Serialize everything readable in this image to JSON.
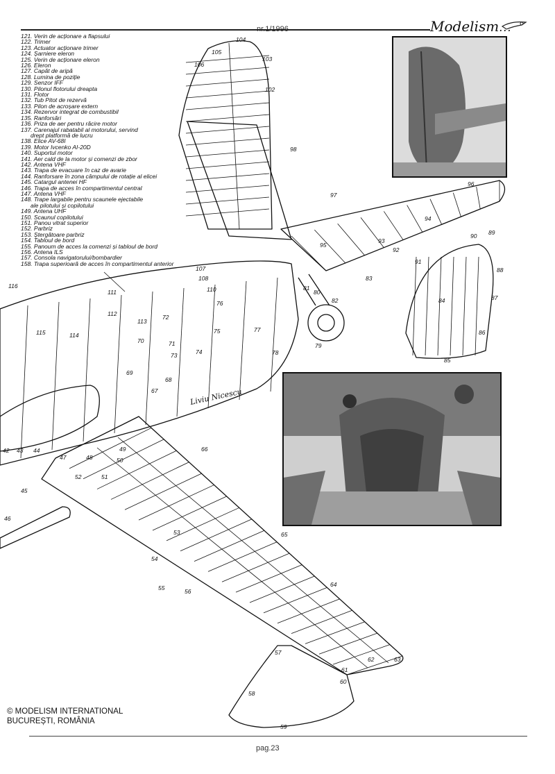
{
  "header": {
    "issue": "nr.1/1996",
    "logo_text": "Modelism",
    "logo_dots": "..."
  },
  "legend": [
    {
      "num": "121.",
      "text": "Verin de acționare a flapsului"
    },
    {
      "num": "122.",
      "text": "Trimer"
    },
    {
      "num": "123.",
      "text": "Actuator acționare trimer"
    },
    {
      "num": "124.",
      "text": "Șarniere eleron"
    },
    {
      "num": "125.",
      "text": "Verin de acționare eleron"
    },
    {
      "num": "126.",
      "text": "Eleron"
    },
    {
      "num": "127.",
      "text": "Capăt de aripă"
    },
    {
      "num": "128.",
      "text": "Lumina de poziție"
    },
    {
      "num": "129.",
      "text": "Senzor IFF"
    },
    {
      "num": "130.",
      "text": "Pilonul flotorului dreapta"
    },
    {
      "num": "131.",
      "text": "Flotor"
    },
    {
      "num": "132.",
      "text": "Tub Pitot de rezervă"
    },
    {
      "num": "133.",
      "text": "Pilon de acroșare extern"
    },
    {
      "num": "134.",
      "text": "Rezervor integrat de combustibil"
    },
    {
      "num": "135.",
      "text": "Ranforsări"
    },
    {
      "num": "136.",
      "text": "Priza de aer pentru răcire motor"
    },
    {
      "num": "137.",
      "text": "Carenajul rabatabil al motorului, servind"
    },
    {
      "num": "",
      "text": "drept platformă de lucru"
    },
    {
      "num": "138.",
      "text": "Elice AV-68I"
    },
    {
      "num": "139.",
      "text": "Motor Ivcenko AI-20D"
    },
    {
      "num": "140.",
      "text": "Suportul motor"
    },
    {
      "num": "141.",
      "text": "Aer cald de la motor și comenzi de zbor"
    },
    {
      "num": "142.",
      "text": "Antena VHF"
    },
    {
      "num": "143.",
      "text": "Trapa de evacuare în caz de avarie"
    },
    {
      "num": "144.",
      "text": "Ranforsare în zona câmpului de rotație al elicei"
    },
    {
      "num": "145.",
      "text": "Catargul antenei HF"
    },
    {
      "num": "146.",
      "text": "Trapa de acces în compartimentul central"
    },
    {
      "num": "147.",
      "text": "Antena VHF"
    },
    {
      "num": "148.",
      "text": "Trape largabile pentru scaunele ejectabile"
    },
    {
      "num": "",
      "text": "ale pilotului și copilotului"
    },
    {
      "num": "149.",
      "text": "Antena UHF"
    },
    {
      "num": "150.",
      "text": "Scaunul copilotului"
    },
    {
      "num": "151.",
      "text": "Panou vitrat superior"
    },
    {
      "num": "152.",
      "text": "Parbriz"
    },
    {
      "num": "153.",
      "text": "Ștergătoare parbriz"
    },
    {
      "num": "154.",
      "text": "Tabloul de bord"
    },
    {
      "num": "155.",
      "text": "Panoum de acces la comenzi și tabloul de bord"
    },
    {
      "num": "156.",
      "text": "Antena ILS"
    },
    {
      "num": "157.",
      "text": "Consola navigatorului/bombardier"
    },
    {
      "num": "158.",
      "text": "Trapa superioară de acces în compartimentul anterior"
    }
  ],
  "callouts": [
    "104",
    "105",
    "106",
    "103",
    "102",
    "98",
    "97",
    "96",
    "95",
    "94",
    "93",
    "92",
    "91",
    "90",
    "89",
    "88",
    "87",
    "86",
    "85",
    "84",
    "83",
    "82",
    "81",
    "80",
    "79",
    "78",
    "77",
    "116",
    "111",
    "112",
    "113",
    "115",
    "114",
    "110",
    "107",
    "108",
    "72",
    "70",
    "71",
    "69",
    "73",
    "74",
    "75",
    "76",
    "68",
    "67",
    "66",
    "65",
    "64",
    "63",
    "62",
    "61",
    "60",
    "59",
    "58",
    "57",
    "56",
    "55",
    "54",
    "53",
    "52",
    "51",
    "50",
    "49",
    "48",
    "47",
    "46",
    "45",
    "44",
    "43",
    "42"
  ],
  "signature": "Liviu Nicescu",
  "footer": {
    "copyright_line1": "© MODELISM INTERNATIONAL",
    "copyright_line2": "BUCUREȘTI, ROMÂNIA",
    "page": "pag.23"
  },
  "colors": {
    "ink": "#111111",
    "paper": "#ffffff",
    "photo_sky": "#d8d8d8",
    "photo_metal": "#6a6a6a"
  }
}
